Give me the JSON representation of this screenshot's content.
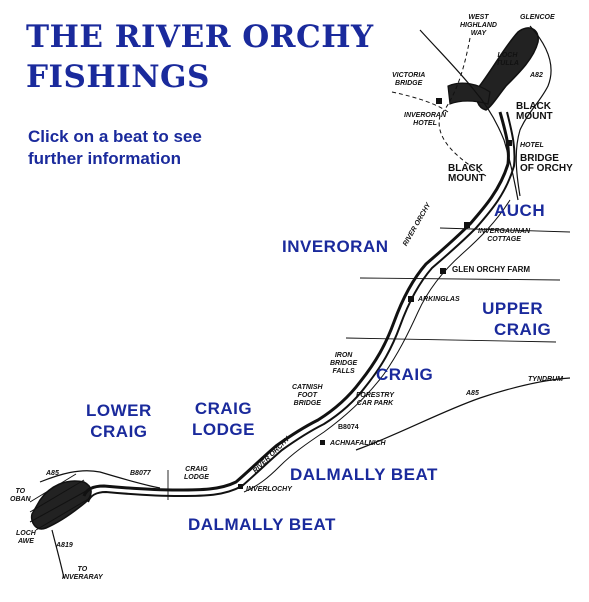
{
  "title": {
    "line1": "THE RIVER ORCHY",
    "line2": "FISHINGS"
  },
  "instruction": {
    "line1": "Click on a beat to see",
    "line2": "further information"
  },
  "beats": {
    "auch": [
      "AUCH"
    ],
    "inveroran": [
      "INVERORAN"
    ],
    "upper_craig": [
      "UPPER",
      "CRAIG"
    ],
    "craig": [
      "CRAIG"
    ],
    "lower_craig": [
      "LOWER",
      "CRAIG"
    ],
    "craig_lodge": [
      "CRAIG",
      "LODGE"
    ],
    "dalmally_beat_upper": [
      "DALMALLY BEAT"
    ],
    "dalmally_beat_lower": [
      "DALMALLY BEAT"
    ]
  },
  "places": {
    "glencoe": [
      "GLENCOE"
    ],
    "west_highland_way": [
      "WEST",
      "HIGHLAND",
      "WAY"
    ],
    "loch_tulla": [
      "LOCH",
      "TULLA"
    ],
    "a82": [
      "A82"
    ],
    "victoria_bridge": [
      "VICTORIA",
      "BRIDGE"
    ],
    "inveroran_hotel": [
      "INVERORAN",
      "HOTEL"
    ],
    "black_mount_east": [
      "BLACK",
      "MOUNT"
    ],
    "hotel": [
      "HOTEL"
    ],
    "bridge_of_orchy": [
      "BRIDGE",
      "OF ORCHY"
    ],
    "black_mount_west": [
      "BLACK",
      "MOUNT"
    ],
    "invergaunan_cottage": [
      "INVERGAUNAN",
      "COTTAGE"
    ],
    "river_orchy_upper": [
      "RIVER ORCHY"
    ],
    "glen_orchy_farm": [
      "GLEN ORCHY FARM"
    ],
    "arkinglas": [
      "ARKINGLAS"
    ],
    "iron_bridge_falls": [
      "IRON",
      "BRIDGE",
      "FALLS"
    ],
    "catnish_foot_bridge": [
      "CATNISH",
      "FOOT",
      "BRIDGE"
    ],
    "forestry_car_park": [
      "FORESTRY",
      "CAR PARK"
    ],
    "a85_east": [
      "A85"
    ],
    "tyndrum": [
      "TYNDRUM"
    ],
    "b8074": [
      "B8074"
    ],
    "achnafalnich": [
      "ACHNAFALNICH"
    ],
    "a85_west": [
      "A85"
    ],
    "b8077": [
      "B8077"
    ],
    "craig_lodge_place": [
      "CRAIG",
      "LODGE"
    ],
    "river_orchy_lower": [
      "RIVER ORCHY"
    ],
    "inverlochy": [
      "INVERLOCHY"
    ],
    "to_oban": [
      "TO",
      "OBAN"
    ],
    "loch_awe": [
      "LOCH",
      "AWE"
    ],
    "a819": [
      "A819"
    ],
    "to_inveraray": [
      "TO",
      "INVERARAY"
    ]
  },
  "colors": {
    "beat_label": "#1a2a9c",
    "map_ink": "#111111",
    "background": "#ffffff"
  }
}
